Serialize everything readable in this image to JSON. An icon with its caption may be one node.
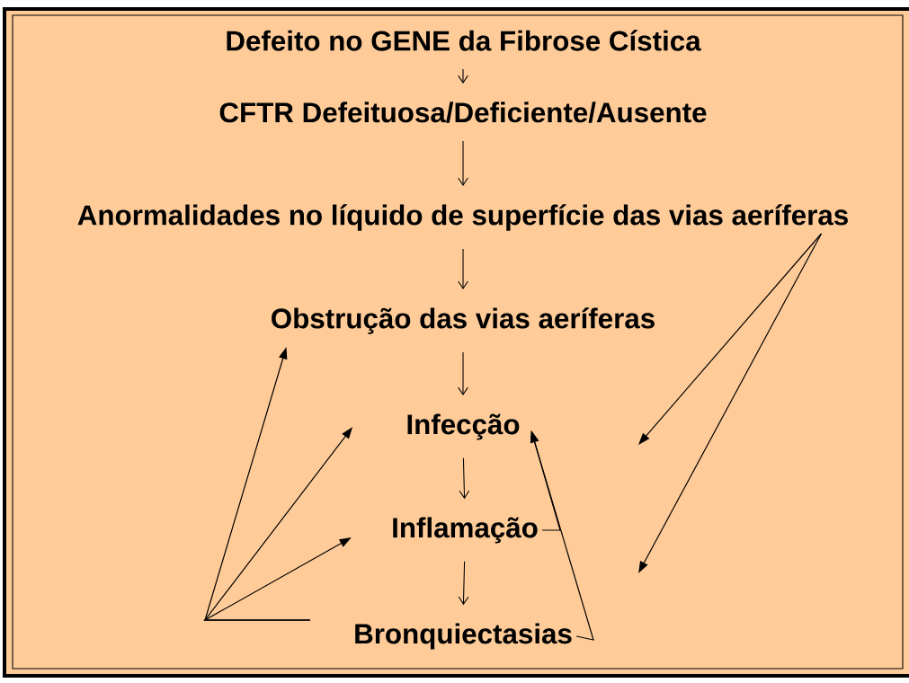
{
  "diagram": {
    "nodes": [
      {
        "text": [
          "Defeito no GENE da Fibrose Cística"
        ]
      },
      {
        "text": [
          "CFTR Defeituosa/Deficiente/Ausente"
        ]
      },
      {
        "text": [
          "Anormalidades no líquido de superfície das vias aeríferas"
        ]
      },
      {
        "text": [
          "Obstrução das vias aeríferas"
        ]
      },
      {
        "text": [
          "Infecção"
        ]
      },
      {
        "text": [
          "Inflamação"
        ]
      },
      {
        "text": [
          "Bronquiectasias"
        ]
      }
    ],
    "edges": [
      {
        "from": 0,
        "to": 1,
        "arrow": "to"
      },
      {
        "from": 1,
        "to": 2,
        "arrow": "to"
      },
      {
        "from": 2,
        "to": 3,
        "arrow": "to"
      },
      {
        "from": 3,
        "to": 4,
        "arrow": "to"
      },
      {
        "from": 4,
        "to": 5,
        "arrow": "to"
      },
      {
        "from": 5,
        "to": 6,
        "arrow": "to"
      },
      {
        "from": 6,
        "to": 3,
        "arrow": "to"
      },
      {
        "from": 6,
        "to": 4,
        "arrow": "to"
      },
      {
        "from": 6,
        "to": 5,
        "arrow": "to"
      },
      {
        "from": 5,
        "to": 4,
        "arrow": "to"
      },
      {
        "from": 6,
        "to": 4,
        "arrow": "to"
      },
      {
        "from": 2,
        "to": null,
        "arrow": "to"
      },
      {
        "from": 2,
        "to": null,
        "arrow": "to"
      }
    ]
  }
}
